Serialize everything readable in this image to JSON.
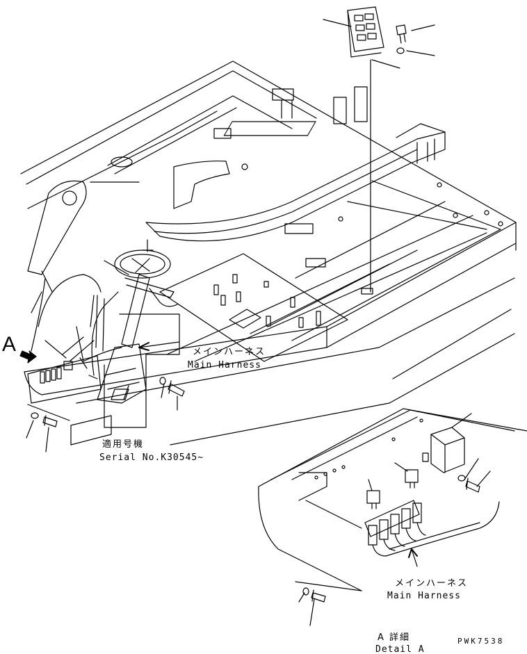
{
  "view_marker": "A",
  "callouts": {
    "main_harness_jp": "メインハーネス",
    "main_harness_en": "Main Harness",
    "applicable_serial_jp": "適用号機",
    "serial_number_en": "Serial No.K30545~",
    "detail_main_harness_jp": "メインハーネス",
    "detail_main_harness_en": "Main Harness",
    "detail_jp": "A 詳細",
    "detail_en": "Detail A"
  },
  "drawing_code": "PWK7538",
  "colors": {
    "line": "#000000",
    "background": "#ffffff"
  }
}
